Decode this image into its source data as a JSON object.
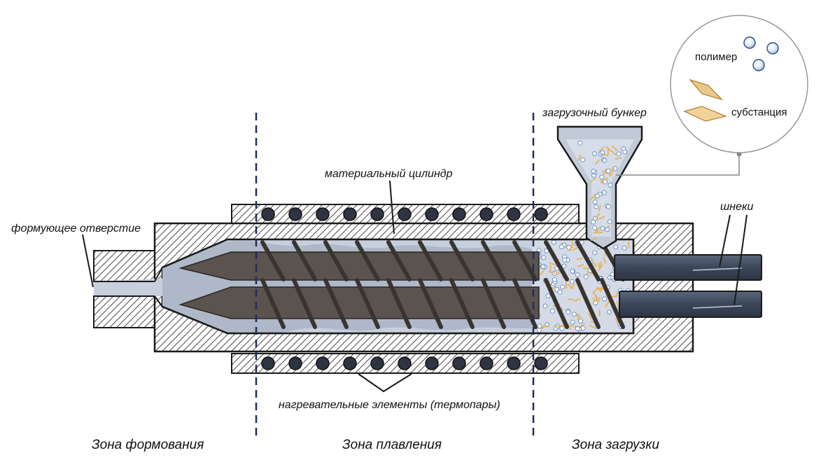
{
  "labels": {
    "die": "формующее отверстие",
    "barrel": "материальный цилиндр",
    "hopper": "загрузочный бункер",
    "screws": "шнеки",
    "heaters": "нагревательные элементы (термопары)"
  },
  "legend": {
    "polymer": "полимер",
    "substance": "субстанция"
  },
  "zones": {
    "forming": "Зона формования",
    "melting": "Зона плавления",
    "loading": "Зона загрузки"
  },
  "colors": {
    "outline": "#1a1a1a",
    "hatch": "#555555",
    "melt": "#aeb8c8",
    "screw_core": "#5b534e",
    "screw_flight": "#6a5f58",
    "shaft": "#3f4a5c",
    "heater_dot": "#2e3442",
    "zone_line": "#1f2d5c",
    "particle_blue": "#6c8fc4",
    "particle_gold": "#e3b566"
  },
  "icons": {
    "polymer": "polymer-particle-icon",
    "substance": "substance-crystal-icon"
  }
}
